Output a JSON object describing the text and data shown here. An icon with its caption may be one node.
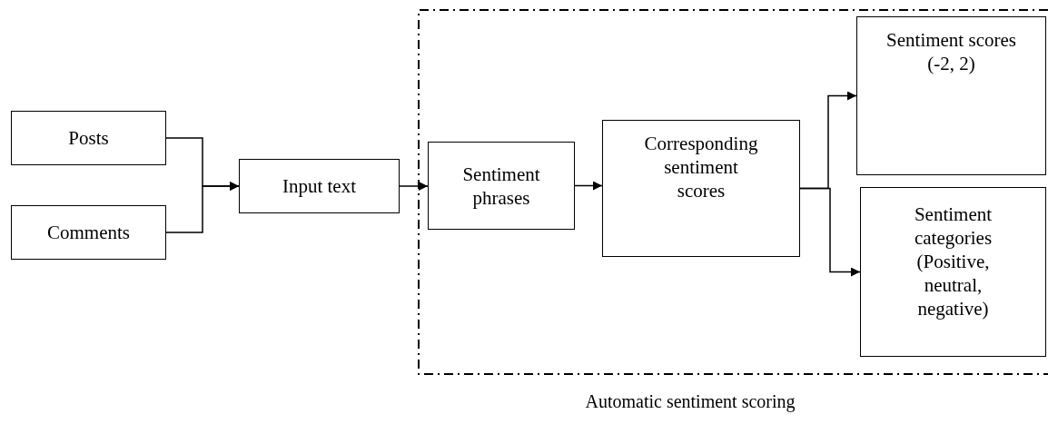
{
  "diagram": {
    "nodes": [
      {
        "text": [
          "Posts"
        ]
      },
      {
        "text": [
          "Comments"
        ]
      },
      {
        "text": [
          "Input text"
        ]
      },
      {
        "text": [
          "Automatic sentiment scoring"
        ]
      },
      {
        "text": [
          "Sentiment phrases"
        ],
        "in": 3
      },
      {
        "text": [
          "Corresponding sentiment scores"
        ],
        "in": 3
      },
      {
        "text": [
          "Sentiment scores (-2, 2)"
        ],
        "in": 3
      },
      {
        "text": [
          "Sentiment categories (Positive, neutral, negative)"
        ],
        "in": 3
      }
    ],
    "edges": [
      {
        "from": 0,
        "to": 2,
        "arrow": "to"
      },
      {
        "from": 1,
        "to": 2,
        "arrow": "to"
      },
      {
        "from": 2,
        "to": 4,
        "arrow": "to"
      },
      {
        "from": 4,
        "to": 5,
        "arrow": "to"
      },
      {
        "from": 5,
        "to": 6,
        "arrow": "to"
      },
      {
        "from": 5,
        "to": 7,
        "arrow": "to"
      }
    ]
  }
}
